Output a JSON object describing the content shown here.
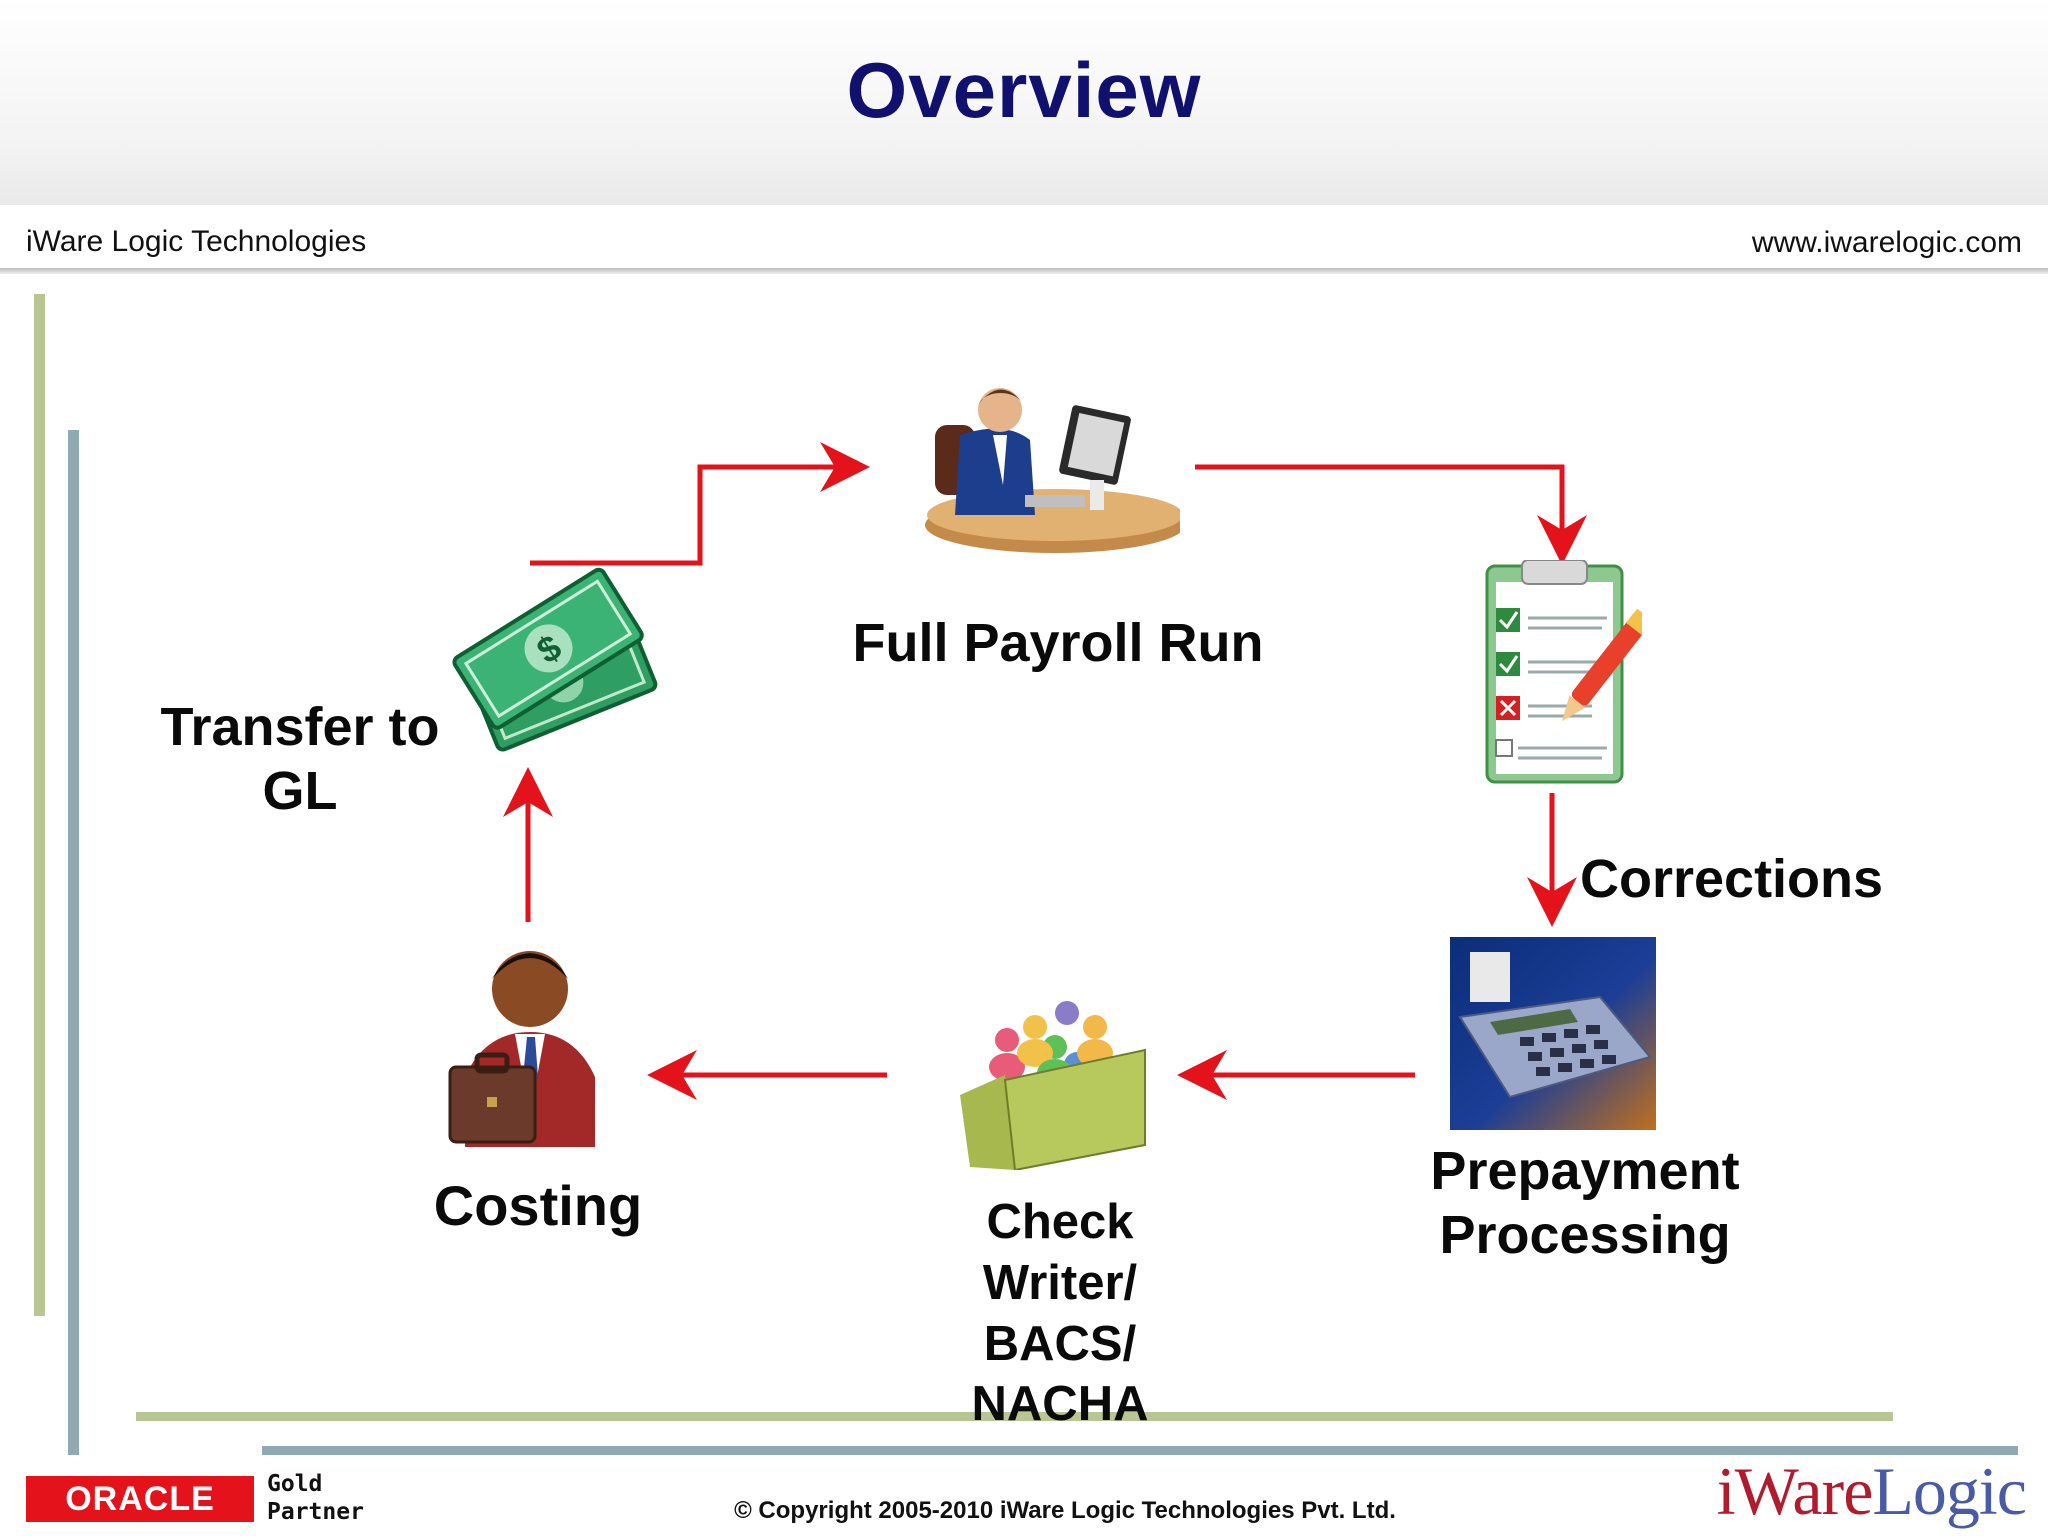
{
  "header": {
    "title": "Overview",
    "company": "iWare Logic Technologies",
    "website": "www.iwarelogic.com"
  },
  "diagram": {
    "nodes": {
      "payroll": "Full Payroll Run",
      "transfer_line1": "Transfer to",
      "transfer_line2": "GL",
      "corrections": "Corrections",
      "prepayment_line1": "Prepayment",
      "prepayment_line2": "Processing",
      "check_line1": "Check",
      "check_line2": "Writer/",
      "check_line3": "BACS/",
      "check_line4": "NACHA",
      "costing": "Costing"
    },
    "arrow_color": "#e3121b"
  },
  "footer": {
    "oracle": "ORACLE",
    "partner_line1": "Gold",
    "partner_line2": "Partner",
    "copyright": "© Copyright 2005-2010 iWare Logic Technologies Pvt. Ltd.",
    "logo_part1": "iWare",
    "logo_part2": "Logic"
  }
}
